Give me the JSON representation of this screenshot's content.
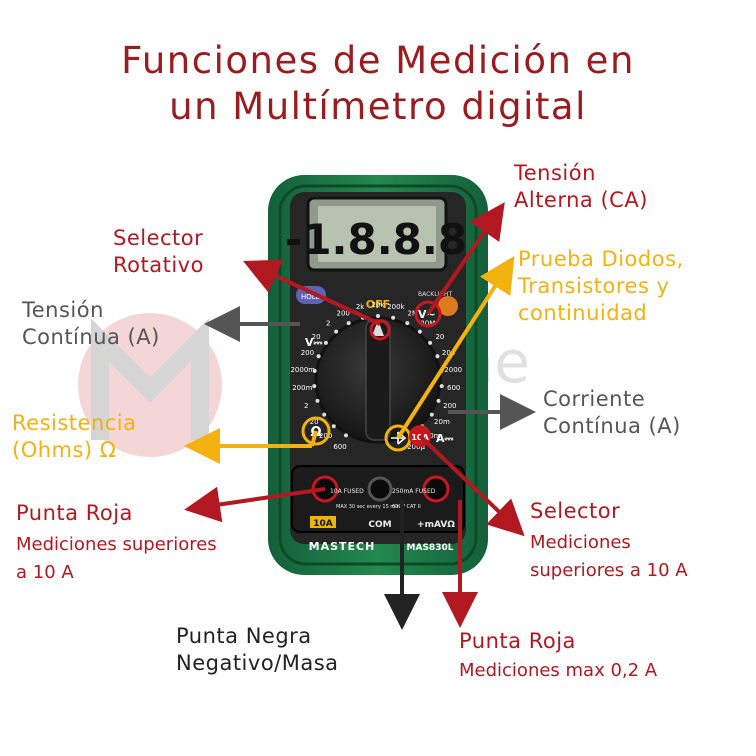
{
  "title": {
    "line1": "Funciones de Medición en",
    "line2": "un Multímetro digital"
  },
  "device": {
    "display": "-1.8.8.8",
    "brand": "MASTECH",
    "model": "MAS830L",
    "hold_button": "HOLD",
    "backlight": "BACKLIGHT",
    "off_label": "OFF",
    "dial_marks": [
      "600",
      "200",
      "20",
      "2",
      "200m",
      "2000m",
      "200",
      "20",
      "2",
      "200",
      "2k",
      "20k",
      "200k",
      "2M",
      "20M",
      "20",
      "200",
      "2000",
      "600",
      "200",
      "20m",
      "200m",
      "200μ"
    ],
    "volt_dc_symbol": "V⎓",
    "volt_ac_symbol": "V~",
    "ohm_symbol": "Ω",
    "amp_dc_symbol": "A⎓",
    "ten_a_symbol": "10A",
    "jack_10a_label": "10A",
    "jack_com_label": "COM",
    "jack_mav_label": "+mAVΩ",
    "fused_10a": "10A FUSED",
    "fused_10a_note": "MAX 30 sec every 15 min.",
    "fused_250ma": "250mA FUSED",
    "fused_cat": "600V CAT II"
  },
  "labels": {
    "tension_alterna": {
      "line1": "Tensión",
      "line2": "Alterna (CA)"
    },
    "selector_rotativo": {
      "line1": "Selector",
      "line2": "Rotativo"
    },
    "prueba_diodos": {
      "line1": "Prueba Diodos,",
      "line2": "Transistores y",
      "line3": "continuidad"
    },
    "tension_continua": {
      "line1": "Tensión",
      "line2": "Contínua (A)"
    },
    "corriente_continua": {
      "line1": "Corriente",
      "line2": "Contínua (A)"
    },
    "resistencia": {
      "line1": "Resistencia",
      "line2": "(Ohms) Ω"
    },
    "punta_roja_10a": {
      "line1": "Punta Roja",
      "sub1": "Mediciones superiores",
      "sub2": "a 10 A"
    },
    "selector_10a": {
      "line1": "Selector",
      "sub1": "Mediciones",
      "sub2": "superiores a 10 A"
    },
    "punta_negra": {
      "line1": "Punta Negra",
      "line2": "Negativo/Masa"
    },
    "punta_roja_02a": {
      "line1": "Punta Roja",
      "sub1": "Mediciones max 0,2 A"
    }
  },
  "watermark": {
    "text": "ache"
  },
  "colors": {
    "title": "#9b1b1f",
    "red_arrow": "#b21820",
    "grey_arrow": "#555555",
    "yellow_arrow": "#f3b20f",
    "black_arrow": "#222222",
    "body_green": "#1f7a45",
    "body_dark": "#2a2a2a"
  }
}
